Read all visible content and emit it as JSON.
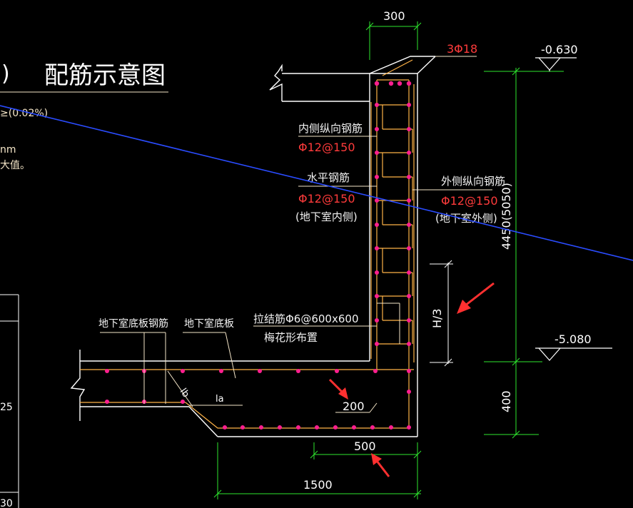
{
  "title": {
    "prefix": ")",
    "text": "配筋示意图",
    "note1": "≥(0.02%)",
    "note2": "nm",
    "note3": "大值。"
  },
  "left_fragments": {
    "num1": "25",
    "num2": "30"
  },
  "dimensions": {
    "wall_top_width": "300",
    "wall_height": "4450(5050)",
    "footing_thickness": "400",
    "cover_label": "200",
    "toe_width": "500",
    "base_width": "1500",
    "h3": "H/3",
    "lb": "lb",
    "la": "la"
  },
  "elevations": {
    "top": "-0.630",
    "bottom": "-5.080"
  },
  "labels": {
    "top_bars": "3Φ18",
    "inner_vertical": "内侧纵向钢筋",
    "inner_vertical_spec": "Φ12@150",
    "horizontal": "水平钢筋",
    "horizontal_spec": "Φ12@150",
    "horizontal_note": "(地下室内侧)",
    "outer_vertical": "外侧纵向钢筋",
    "outer_vertical_spec": "Φ12@150",
    "outer_vertical_note": "(地下室外侧)",
    "tie_bars": "拉结筋Φ6@600x600",
    "tie_layout": "梅花形布置",
    "slab_rebar": "地下室底板钢筋",
    "slab": "地下室底板"
  },
  "colors": {
    "background": "#000000",
    "outline": "#ffffff",
    "rebar": "#ffb347",
    "rebar_dot": "#ff1f8f",
    "dimension": "#2ee62e",
    "leader": "#ffd9a0",
    "annotation_red": "#ff3b3b",
    "blue_line": "#2a4cff",
    "arrow": "#ff3030"
  }
}
